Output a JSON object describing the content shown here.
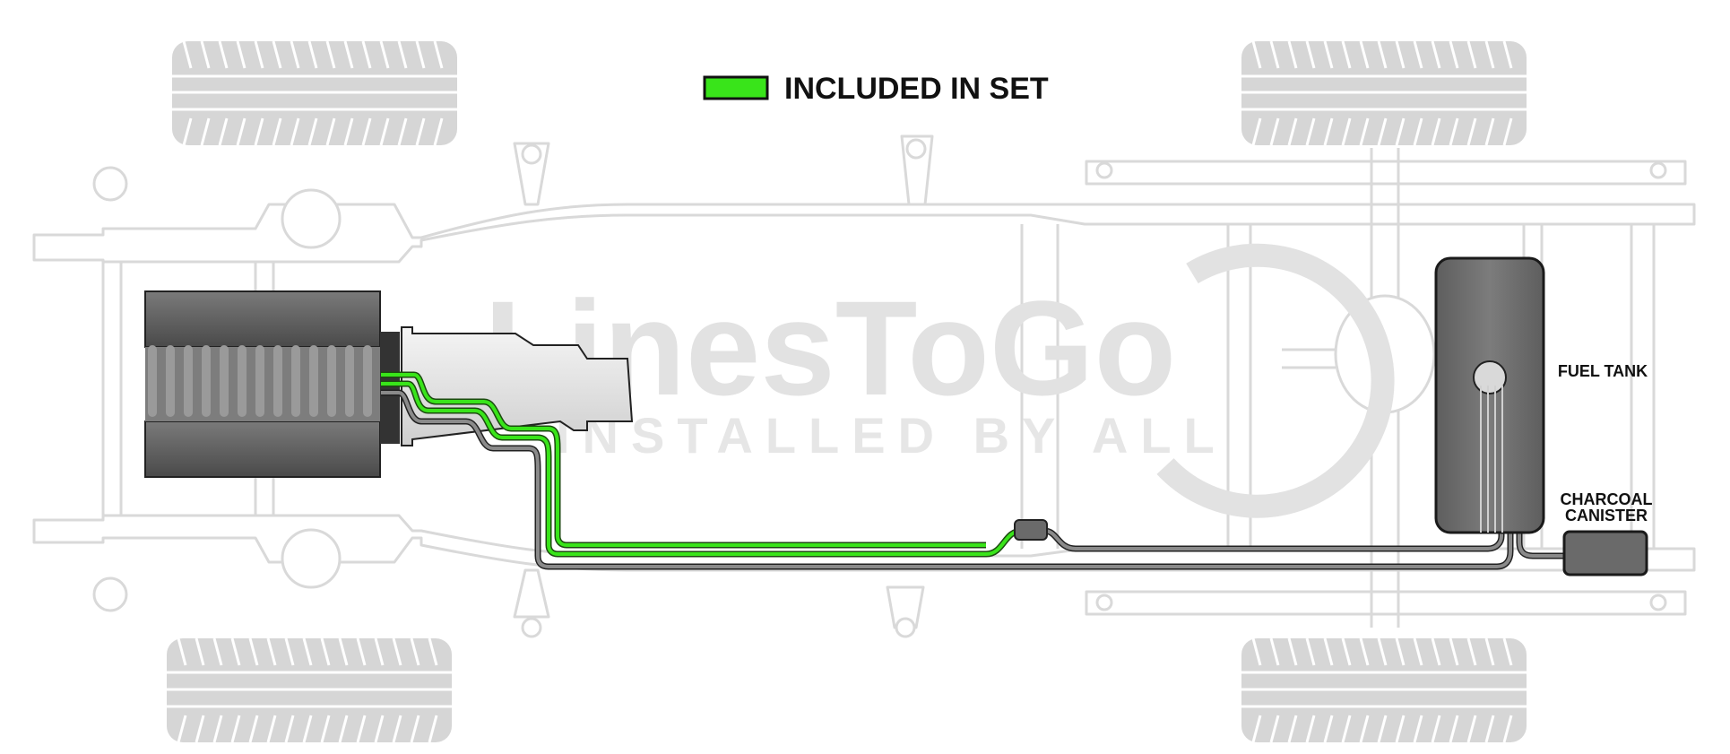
{
  "legend": {
    "label": "INCLUDED IN SET",
    "swatch_color": "#39e41a"
  },
  "watermark": {
    "brand": "LinesToGo",
    "tagline": "INSTALLED BY ALL"
  },
  "components": {
    "fuel_tank": "FUEL TANK",
    "charcoal_canister_line1": "CHARCOAL",
    "charcoal_canister_line2": "CANISTER"
  },
  "colors": {
    "included_line": "#39e41a",
    "excluded_line": "#7a7a7a",
    "frame": "#d9d9d9",
    "tire": "#d6d6d6",
    "tank": "#6f6f6f",
    "engine": "#5c5c5c"
  }
}
